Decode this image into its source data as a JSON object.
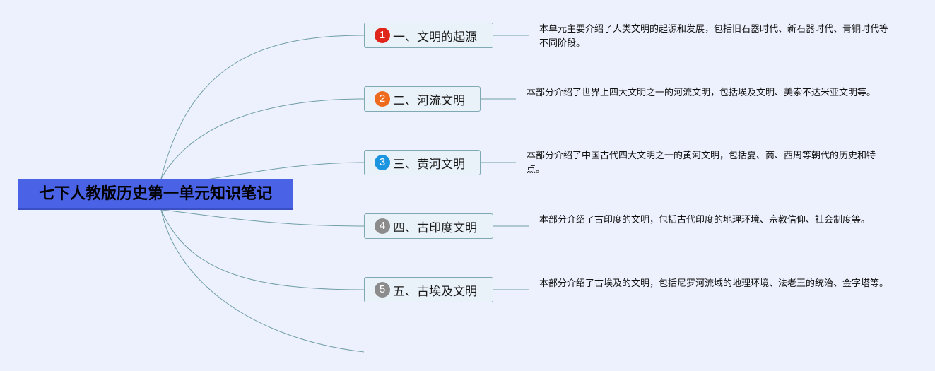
{
  "root": {
    "title": "七下人教版历史第一单元知识笔记"
  },
  "colors": {
    "background": "#edf1fd",
    "root_fill": "#4a62e6",
    "topic_fill": "#e9f1f9",
    "topic_border": "#7fa9b3",
    "link": "#6f9ea7"
  },
  "topics": [
    {
      "number": "1",
      "label": "一、文明的起源",
      "badge_color": "#e0261b",
      "description": "本单元主要介绍了人类文明的起源和发展，包括旧石器时代、新石器时代、青铜时代等不同阶段。"
    },
    {
      "number": "2",
      "label": "二、河流文明",
      "badge_color": "#ee6a1d",
      "description": "本部分介绍了世界上四大文明之一的河流文明，包括埃及文明、美索不达米亚文明等。"
    },
    {
      "number": "3",
      "label": "三、黄河文明",
      "badge_color": "#1c95e0",
      "description": "本部分介绍了中国古代四大文明之一的黄河文明，包括夏、商、西周等朝代的历史和特点。"
    },
    {
      "number": "4",
      "label": "四、古印度文明",
      "badge_color": "#8c8c8c",
      "description": "本部分介绍了古印度的文明，包括古代印度的地理环境、宗教信仰、社会制度等。"
    },
    {
      "number": "5",
      "label": "五、古埃及文明",
      "badge_color": "#8c8c8c",
      "description": "本部分介绍了古埃及的文明，包括尼罗河流域的地理环境、法老王的统治、金字塔等。"
    }
  ]
}
